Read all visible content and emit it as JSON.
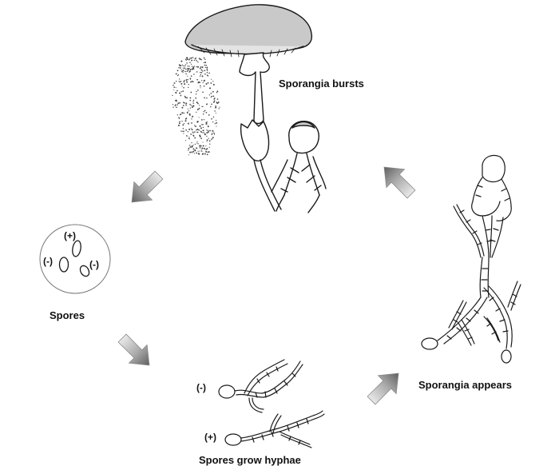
{
  "labels": {
    "sporangia_bursts": "Sporangia bursts",
    "spores": "Spores",
    "spores_grow_hyphae": "Spores grow hyphae",
    "sporangia_appears": "Sporangia appears"
  },
  "spore_signs": {
    "plus": "(+)",
    "minus_left": "(-)",
    "minus_right": "(-)"
  },
  "hyphae_signs": {
    "minus": "(-)",
    "plus": "(+)"
  },
  "colors": {
    "line": "#1a1a1a",
    "cap_fill": "#c9c9c9",
    "arrow_light": "#e6e6e6",
    "arrow_dark": "#6e6e6e"
  }
}
